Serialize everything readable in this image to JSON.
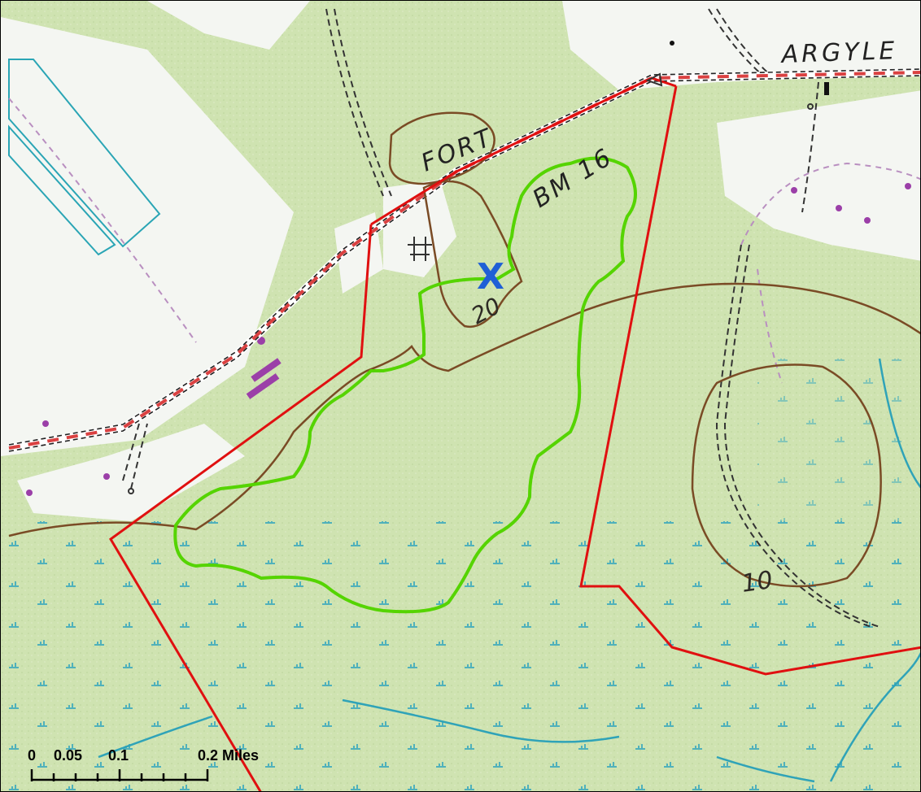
{
  "map": {
    "labels": {
      "road_north": "ARGYLE",
      "road_fort": "FORT",
      "benchmark": "BM 16",
      "contour_20": "20",
      "contour_10": "10"
    },
    "marker": {
      "glyph": "X",
      "color": "#1f5fd6"
    },
    "scale_bar": {
      "ticks": [
        "0",
        "0.05",
        "0.1",
        "0.2 Miles"
      ]
    },
    "colors": {
      "boundary_outline": "#e01010",
      "area_outline": "#55d400",
      "contour": "#7a4b25",
      "road_casing": "#d42020",
      "vegetation": "#cfe3b1",
      "water": "#2fa3b8"
    }
  }
}
